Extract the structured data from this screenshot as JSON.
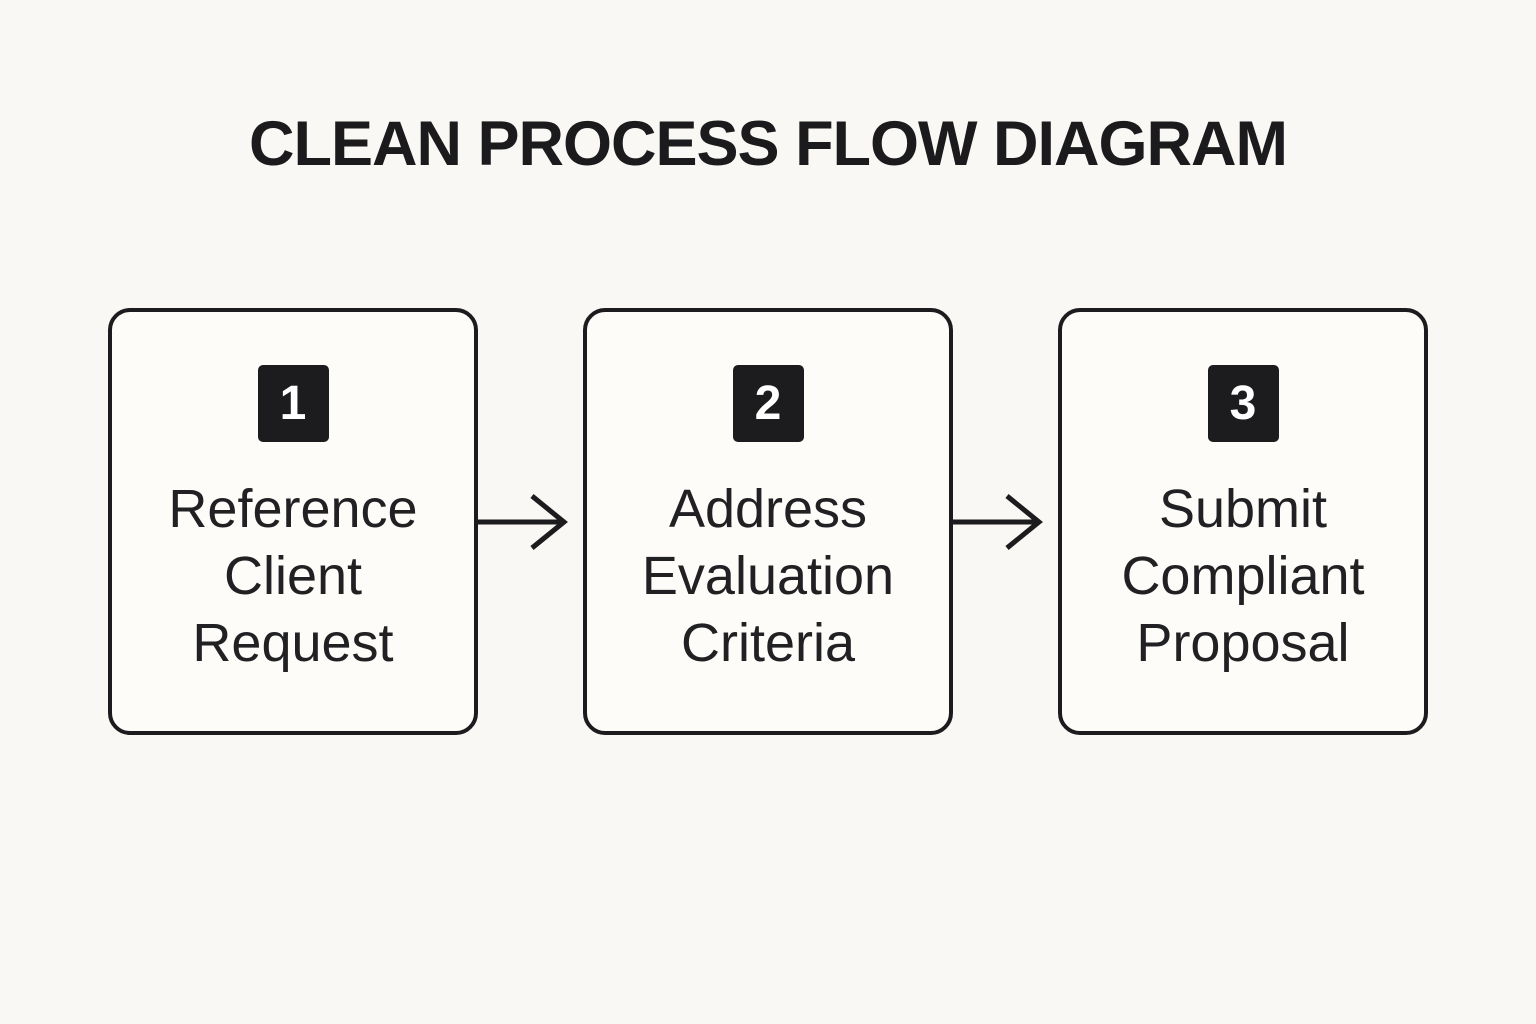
{
  "title": "CLEAN PROCESS FLOW DIAGRAM",
  "steps": [
    {
      "number": "1",
      "label": "Reference Client Request",
      "lines": [
        "Reference",
        "Client",
        "Request"
      ]
    },
    {
      "number": "2",
      "label": "Address Evaluation Criteria",
      "lines": [
        "Address",
        "Evaluation",
        "Criteria"
      ]
    },
    {
      "number": "3",
      "label": "Submit Compliant Proposal",
      "lines": [
        "Submit",
        "Compliant",
        "Proposal"
      ]
    }
  ],
  "icons": {
    "connector": "arrow-right-icon"
  },
  "colors": {
    "background": "#faf8f4",
    "card_fill": "#fdfcf9",
    "ink": "#1c1c1e",
    "badge_background": "#1c1c1e",
    "badge_text": "#ffffff"
  }
}
